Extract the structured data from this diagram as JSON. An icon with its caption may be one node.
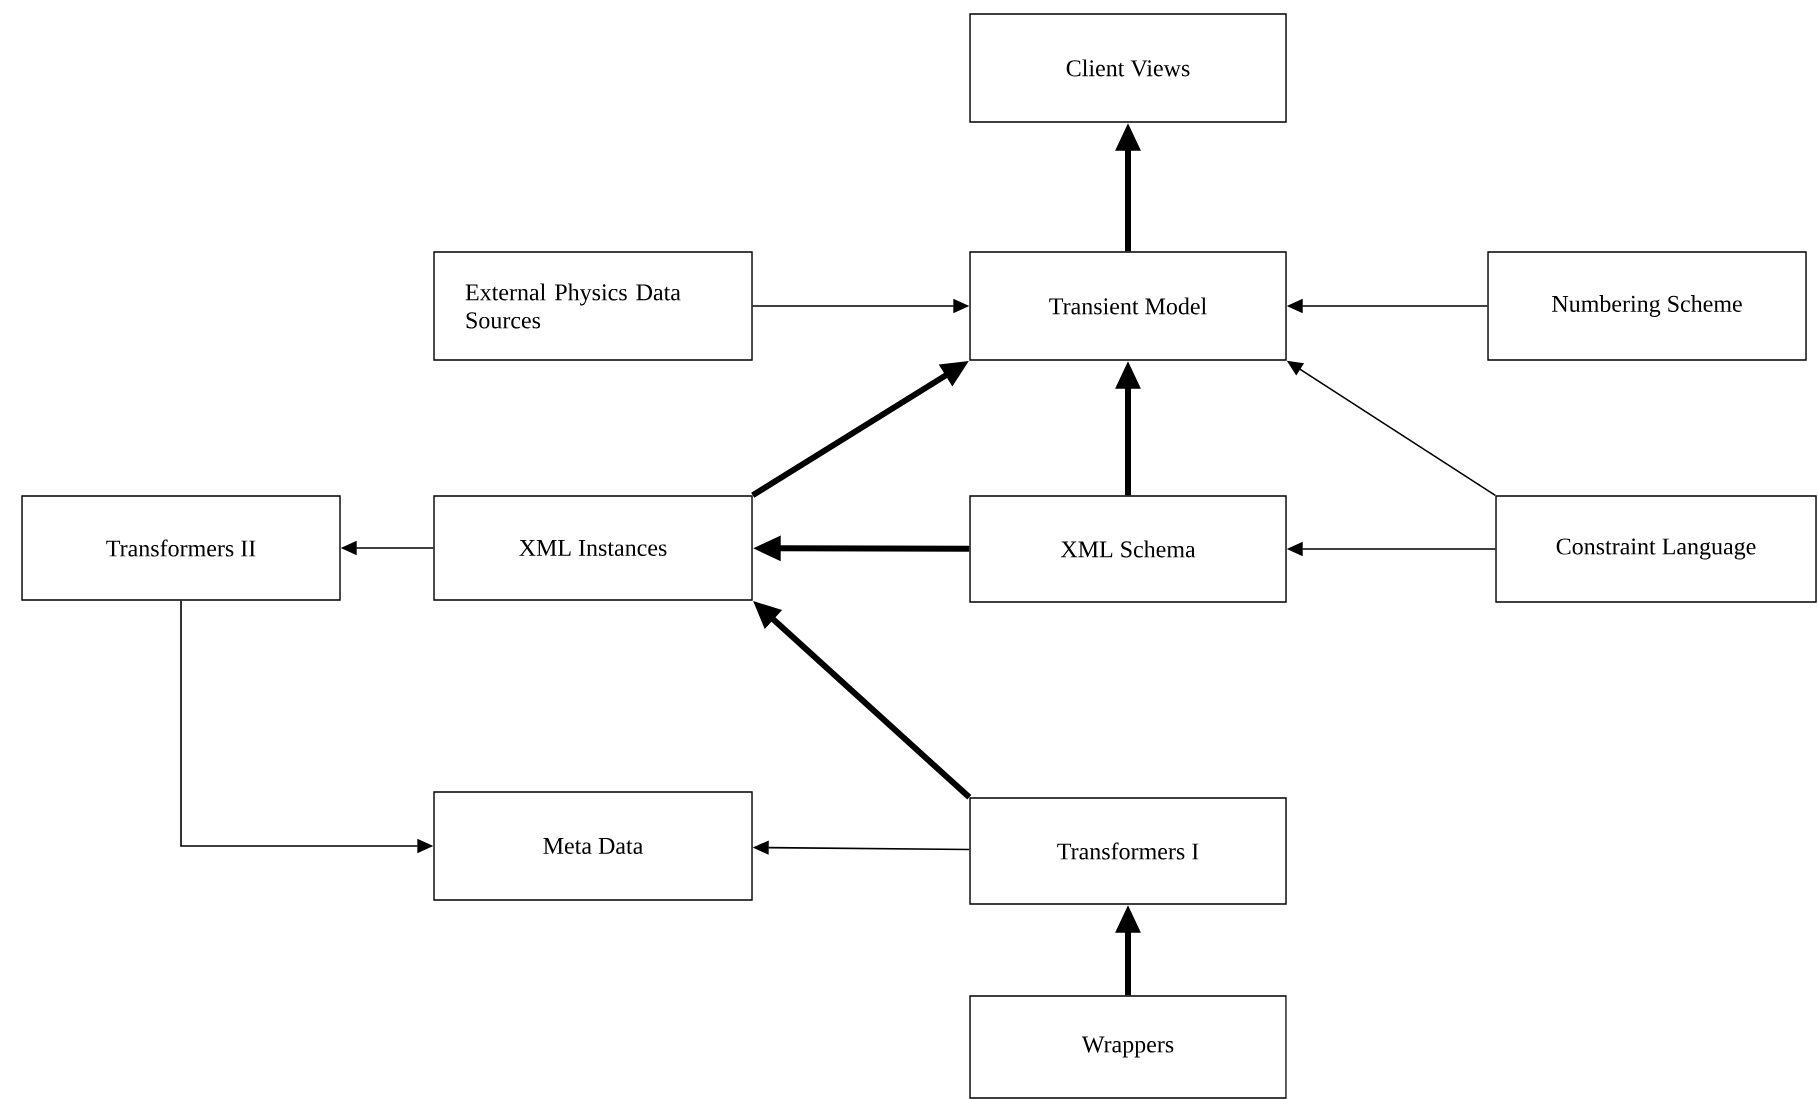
{
  "diagram": {
    "nodes": [
      {
        "text": [
          "Client Views"
        ]
      },
      {
        "text": [
          "External Physics Data Sources"
        ]
      },
      {
        "text": [
          "Transient Model"
        ]
      },
      {
        "text": [
          "Numbering Scheme"
        ]
      },
      {
        "text": [
          "Transformers II"
        ]
      },
      {
        "text": [
          "XML Instances"
        ]
      },
      {
        "text": [
          "XML Schema"
        ]
      },
      {
        "text": [
          "Constraint Language"
        ]
      },
      {
        "text": [
          "Meta Data"
        ]
      },
      {
        "text": [
          "Transformers I"
        ]
      },
      {
        "text": [
          "Wrappers"
        ]
      }
    ],
    "edges": [
      {
        "from": 2,
        "to": 0,
        "arrow": "to",
        "style": "thick"
      },
      {
        "from": 1,
        "to": 2,
        "arrow": "to"
      },
      {
        "from": 3,
        "to": 2,
        "arrow": "to"
      },
      {
        "from": 5,
        "to": 2,
        "arrow": "to",
        "style": "thick"
      },
      {
        "from": 6,
        "to": 2,
        "arrow": "to",
        "style": "thick"
      },
      {
        "from": 7,
        "to": 2,
        "arrow": "to"
      },
      {
        "from": 5,
        "to": 4,
        "arrow": "to"
      },
      {
        "from": 6,
        "to": 5,
        "arrow": "to",
        "style": "thick"
      },
      {
        "from": 7,
        "to": 6,
        "arrow": "to"
      },
      {
        "from": 9,
        "to": 5,
        "arrow": "to",
        "style": "thick"
      },
      {
        "from": 9,
        "to": 8,
        "arrow": "to"
      },
      {
        "from": 4,
        "to": 8,
        "arrow": "to"
      },
      {
        "from": 10,
        "to": 9,
        "arrow": "to",
        "style": "thick"
      }
    ]
  }
}
